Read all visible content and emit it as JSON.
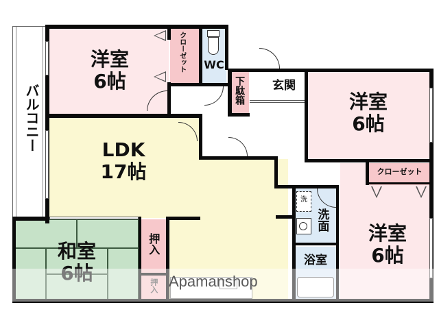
{
  "floorplan": {
    "rooms": {
      "western_room_nw": {
        "name": "洋室",
        "size": "6帖"
      },
      "closet_nw": {
        "name": "クローゼット"
      },
      "wc": {
        "name": "WC"
      },
      "shoe_box": {
        "name": "下駄箱"
      },
      "entrance": {
        "name": "玄関"
      },
      "western_room_ne": {
        "name": "洋室",
        "size": "6帖"
      },
      "ldk": {
        "name": "LDK",
        "size": "17帖"
      },
      "closet_se": {
        "name": "クローゼット"
      },
      "washroom": {
        "name": "洗面"
      },
      "washer": {
        "name": "洗"
      },
      "bathroom": {
        "name": "浴室"
      },
      "western_room_se": {
        "name": "洋室",
        "size": "6帖"
      },
      "japanese_room": {
        "name": "和室",
        "size": "6帖"
      },
      "oshiire_upper": {
        "name": "押入"
      },
      "oshiire_lower": {
        "name": "押入"
      },
      "balcony": {
        "name": "バルコニー"
      }
    },
    "watermark": "Apamanshop",
    "colors": {
      "western_room": "#fde8ea",
      "closet": "#f7c8cb",
      "ldk": "#fbf8d2",
      "japanese_room": "#c6e2c8",
      "wet_area": "#dceaf6",
      "wall": "#0a0a0a"
    }
  }
}
